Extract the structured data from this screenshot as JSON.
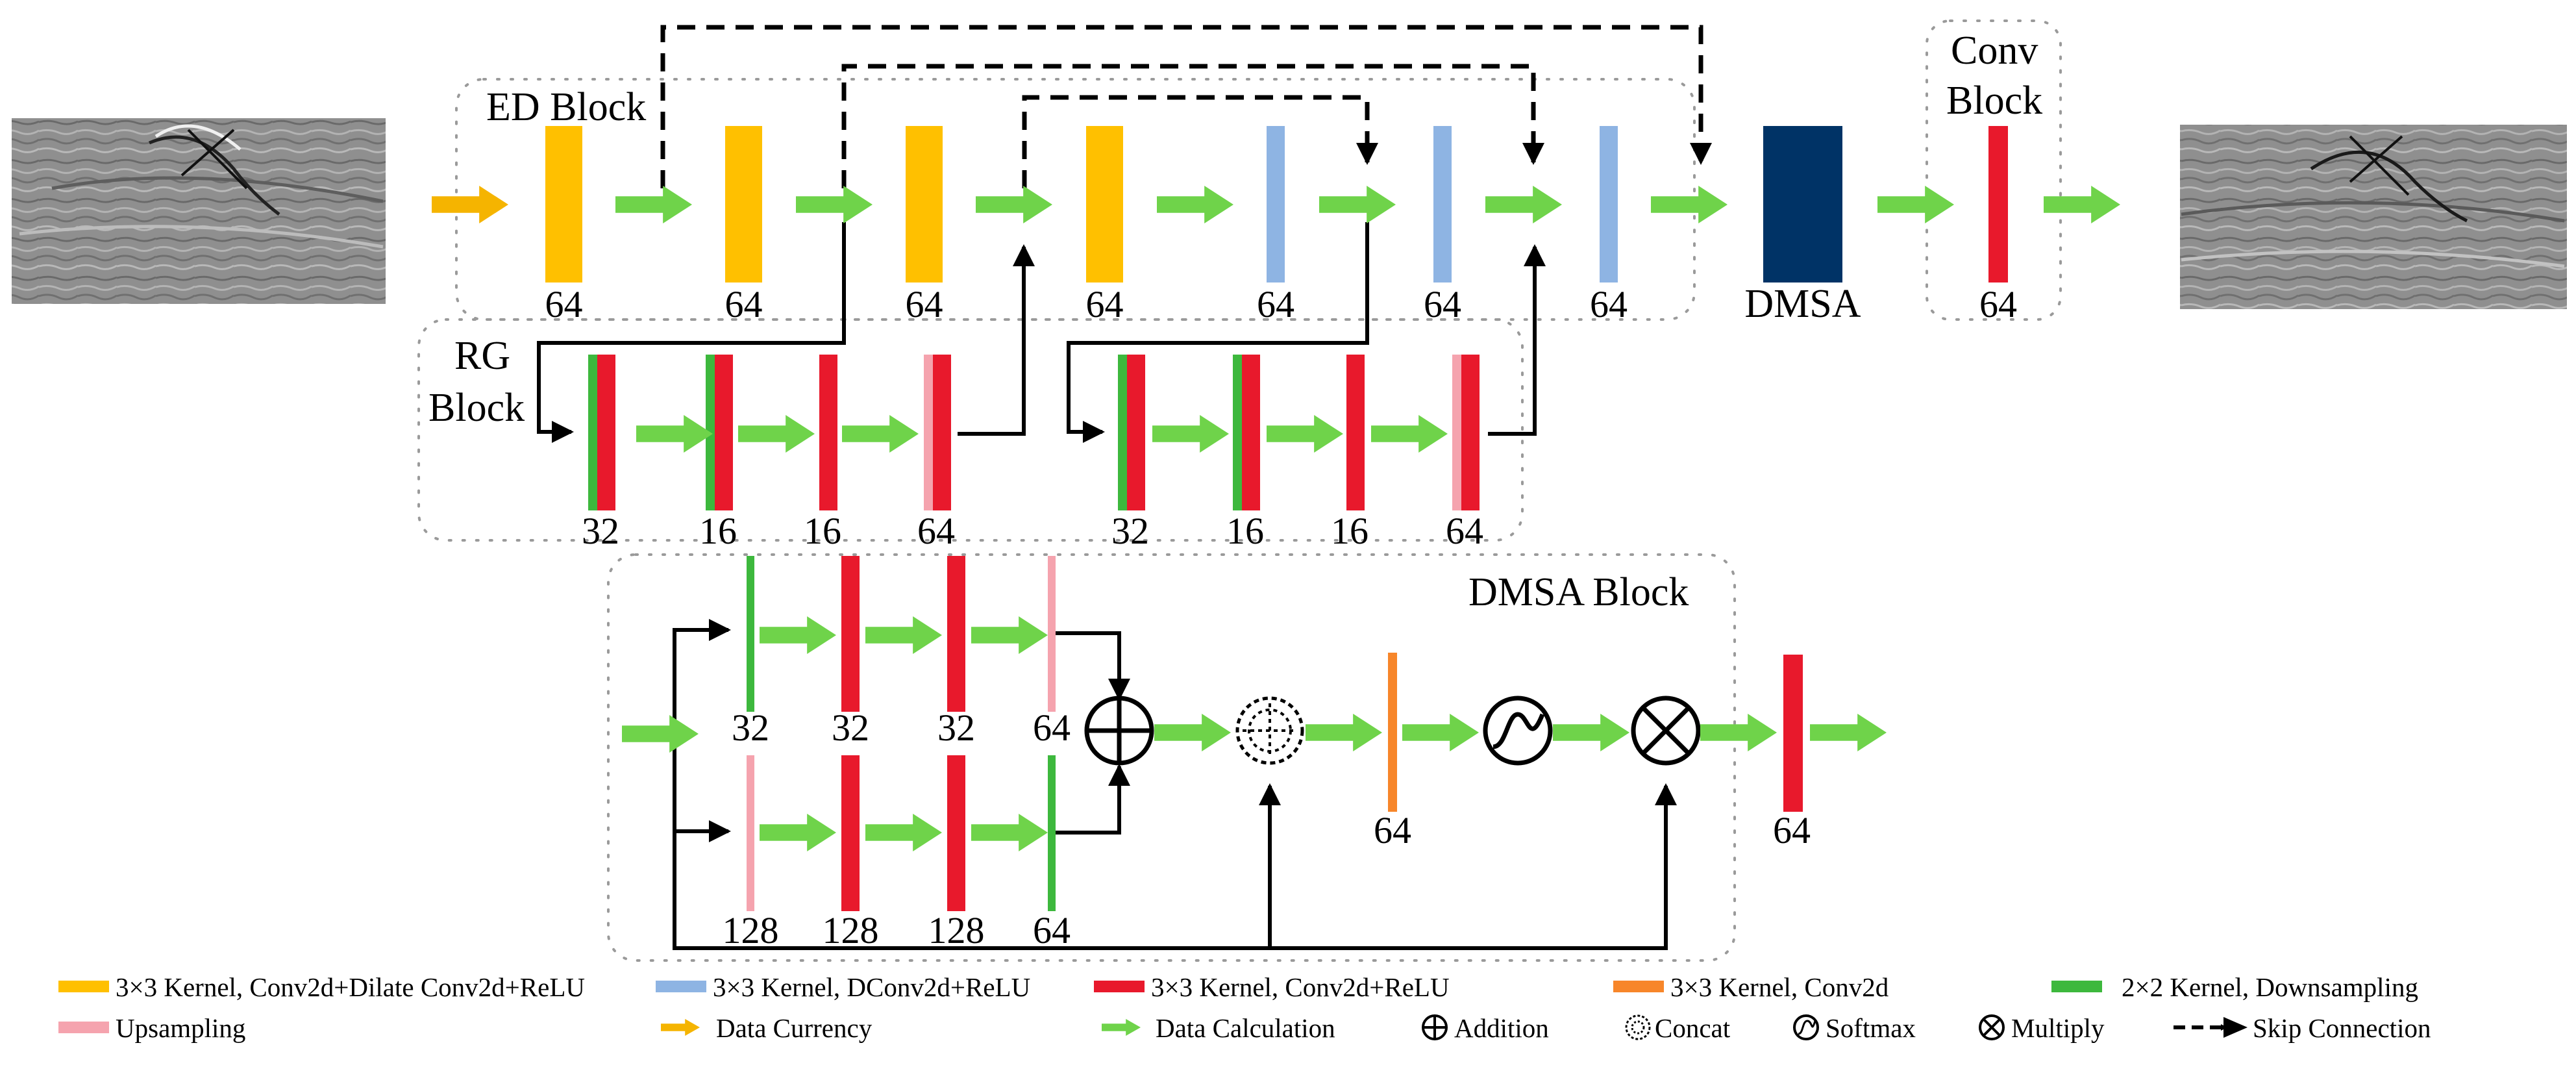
{
  "colors": {
    "yellow": "#FFC000",
    "light_blue": "#8EB4E3",
    "red": "#E8192C",
    "orange": "#F7862A",
    "green": "#3DB83D",
    "pink": "#F5A3AE",
    "arrow_green": "#6FD34A",
    "arrow_orange": "#F5B400",
    "navy": "#003366"
  },
  "blocks": {
    "ed": "ED Block",
    "rg_line1": "RG",
    "rg_line2": "Block",
    "conv_line1": "Conv",
    "conv_line2": "Block",
    "dmsa_block": "DMSA Block",
    "dmsa_module": "DMSA"
  },
  "ed_channels": [
    "64",
    "64",
    "64",
    "64",
    "64",
    "64",
    "64"
  ],
  "conv_channels": [
    "64"
  ],
  "rg1_channels": [
    "32",
    "16",
    "16",
    "64"
  ],
  "rg2_channels": [
    "32",
    "16",
    "16",
    "64"
  ],
  "dmsa_top_channels": [
    "32",
    "32",
    "32",
    "64"
  ],
  "dmsa_bottom_channels": [
    "128",
    "128",
    "128",
    "64"
  ],
  "dmsa_mid_channels": [
    "64",
    "64"
  ],
  "icons": [
    "plus-circle-icon",
    "concat-icon",
    "softmax-icon",
    "multiply-icon"
  ],
  "legend": {
    "yellow": "3×3 Kernel, Conv2d+Dilate Conv2d+ReLU",
    "blue": "3×3 Kernel, DConv2d+ReLU",
    "red": "3×3 Kernel, Conv2d+ReLU",
    "orange": "3×3 Kernel, Conv2d",
    "green": "2×2 Kernel, Downsampling",
    "pink": "Upsampling",
    "data_currency": "Data Currency",
    "data_calc": "Data Calculation",
    "addition": "Addition",
    "concat": "Concat",
    "softmax": "Softmax",
    "multiply": "Multiply",
    "skip": "Skip Connection"
  }
}
